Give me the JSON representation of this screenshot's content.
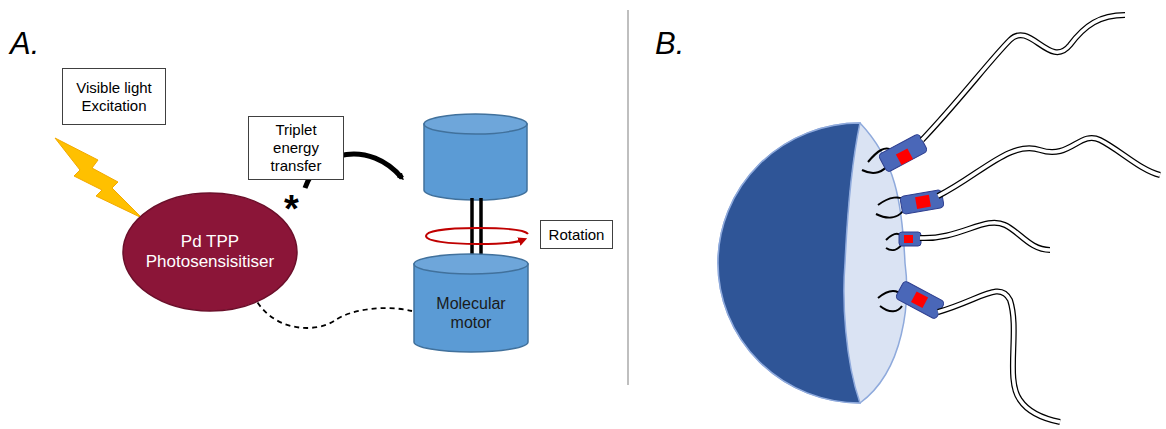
{
  "diagram": {
    "nodes": [
      {
        "text": [
          "Visible light Excitation"
        ]
      },
      {
        "text": [
          "Triplet energy transfer"
        ]
      },
      {
        "text": [
          "Pd TPP Photosensisitiser"
        ]
      },
      {
        "text": [
          "Rotation"
        ]
      },
      {
        "text": [
          "Molecular motor"
        ]
      }
    ],
    "edges": [
      {
        "from": 2,
        "to": 4,
        "arrow": "none"
      }
    ],
    "labels": [
      "A.",
      "B.",
      "*"
    ]
  }
}
